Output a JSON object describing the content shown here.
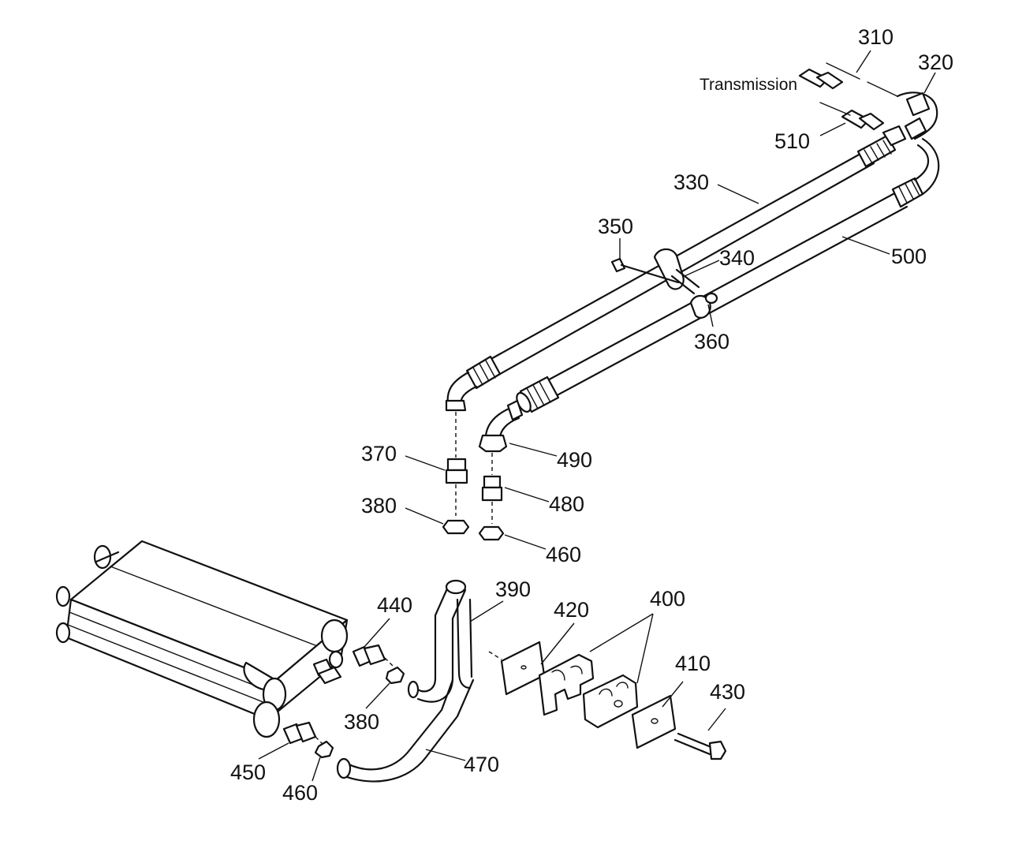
{
  "note": "Transmission",
  "callouts": {
    "c310": "310",
    "c320": "320",
    "c510": "510",
    "c330": "330",
    "c350": "350",
    "c340": "340",
    "c500": "500",
    "c360": "360",
    "c370": "370",
    "c490": "490",
    "c380a": "380",
    "c480": "480",
    "c460a": "460",
    "c390": "390",
    "c400": "400",
    "c420": "420",
    "c440": "440",
    "c410": "410",
    "c430": "430",
    "c380b": "380",
    "c470": "470",
    "c450": "450",
    "c460b": "460"
  }
}
